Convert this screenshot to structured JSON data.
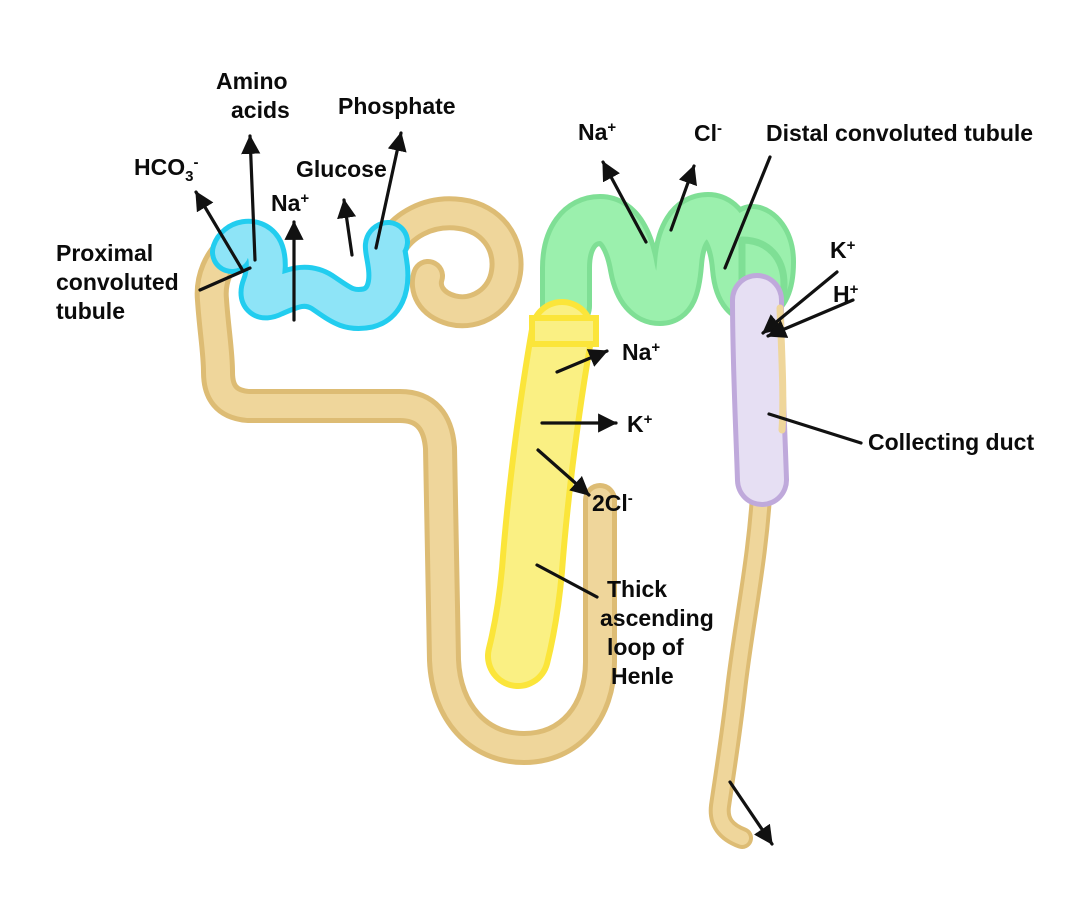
{
  "diagram": {
    "title": "Nephron tubular transport diagram",
    "colors": {
      "tubule_fill": "#EFD69B",
      "tubule_stroke": "#DDBC74",
      "pct_fill": "#8EE4F7",
      "pct_stroke": "#22CDEF",
      "dct_fill": "#9BF0AD",
      "dct_stroke": "#7FDF95",
      "henle_fill": "#FAF083",
      "henle_stroke": "#FBE53A",
      "duct_fill": "#E6DFF3",
      "duct_stroke": "#BFA9DB",
      "leader_line": "#111111",
      "text": "#0B0B0B",
      "background": "#FFFFFF"
    },
    "labels": {
      "proximal_convoluted_tubule": {
        "lines": [
          "Proximal",
          "convoluted",
          "tubule"
        ],
        "text": "Proximal convoluted tubule"
      },
      "distal_convoluted_tubule": {
        "lines": [
          "Distal convoluted tubule"
        ],
        "text": "Distal convoluted tubule"
      },
      "thick_ascending_loop": {
        "lines": [
          "Thick",
          "ascending",
          "loop of",
          "Henle"
        ],
        "text": "Thick ascending loop of Henle"
      },
      "collecting_duct": {
        "lines": [
          "Collecting duct"
        ],
        "text": "Collecting duct"
      }
    },
    "solutes": {
      "pct": [
        {
          "id": "hco3",
          "base": "HCO",
          "sub": "3",
          "sup": "-",
          "text": "HCO3-"
        },
        {
          "id": "amino-acids",
          "lines": [
            "Amino",
            "acids"
          ],
          "text": "Amino acids"
        },
        {
          "id": "na-pct",
          "base": "Na",
          "sup": "+",
          "text": "Na+"
        },
        {
          "id": "glucose",
          "base": "Glucose",
          "text": "Glucose"
        },
        {
          "id": "phosphate",
          "base": "Phosphate",
          "text": "Phosphate"
        }
      ],
      "dct": [
        {
          "id": "na-dct",
          "base": "Na",
          "sup": "+",
          "text": "Na+"
        },
        {
          "id": "cl-dct",
          "base": "Cl",
          "sup": "-",
          "text": "Cl-"
        }
      ],
      "henle": [
        {
          "id": "na-henle",
          "base": "Na",
          "sup": "+",
          "text": "Na+"
        },
        {
          "id": "k-henle",
          "base": "K",
          "sup": "+",
          "text": "K+"
        },
        {
          "id": "cl2-henle",
          "base": "2Cl",
          "sup": "-",
          "text": "2Cl-"
        }
      ],
      "collecting_duct": [
        {
          "id": "k-duct",
          "base": "K",
          "sup": "+",
          "text": "K+"
        },
        {
          "id": "h-duct",
          "base": "H",
          "sup": "+",
          "text": "H+"
        }
      ]
    },
    "structures": [
      {
        "id": "tubule",
        "name": "renal tubule"
      },
      {
        "id": "pct",
        "name": "proximal convoluted tubule"
      },
      {
        "id": "dct",
        "name": "distal convoluted tubule"
      },
      {
        "id": "henle",
        "name": "thick ascending loop of Henle"
      },
      {
        "id": "duct",
        "name": "collecting duct"
      }
    ]
  }
}
